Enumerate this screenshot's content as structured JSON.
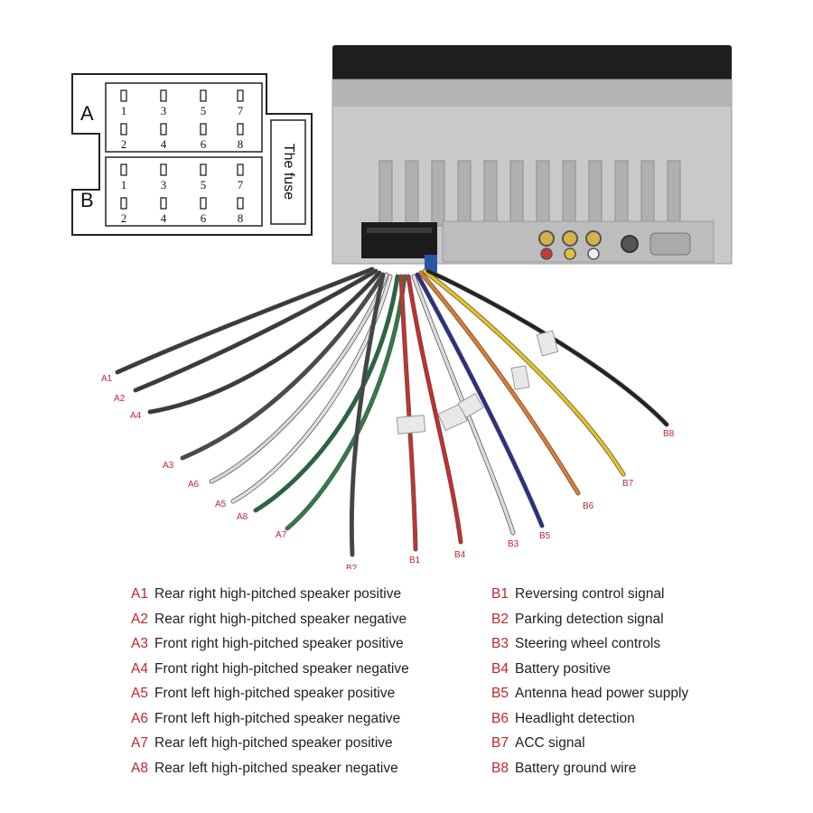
{
  "connector": {
    "group_a": "A",
    "group_b": "B",
    "fuse_label": "The fuse",
    "pins_top": [
      "1",
      "3",
      "5",
      "7"
    ],
    "pins_bottom": [
      "2",
      "4",
      "6",
      "8"
    ]
  },
  "wires": [
    {
      "code": "A1",
      "color": "#3a3a3a"
    },
    {
      "code": "A2",
      "color": "#3a3a3a"
    },
    {
      "code": "A4",
      "color": "#3a3a3a"
    },
    {
      "code": "A3",
      "color": "#4a4a4a"
    },
    {
      "code": "A6",
      "color": "#d8d8d8"
    },
    {
      "code": "A5",
      "color": "#e2e2e2"
    },
    {
      "code": "A8",
      "color": "#1f6b3e"
    },
    {
      "code": "A7",
      "color": "#2f7d47"
    },
    {
      "code": "B2",
      "color": "#444444"
    },
    {
      "code": "B1",
      "color": "#c8322e"
    },
    {
      "code": "B4",
      "color": "#cc2b2b"
    },
    {
      "code": "B3",
      "color": "#dcdcdc"
    },
    {
      "code": "B5",
      "color": "#2a2f86"
    },
    {
      "code": "B6",
      "color": "#e07a2e"
    },
    {
      "code": "B7",
      "color": "#e8c21c"
    },
    {
      "code": "B8",
      "color": "#222222"
    }
  ],
  "legend_a": [
    {
      "code": "A1",
      "text": "Rear right high-pitched speaker positive"
    },
    {
      "code": "A2",
      "text": "Rear right high-pitched speaker negative"
    },
    {
      "code": "A3",
      "text": "Front right high-pitched speaker positive"
    },
    {
      "code": "A4",
      "text": "Front right high-pitched speaker negative"
    },
    {
      "code": "A5",
      "text": "Front left high-pitched speaker positive"
    },
    {
      "code": "A6",
      "text": "Front left high-pitched speaker negative"
    },
    {
      "code": "A7",
      "text": "Rear left high-pitched speaker positive"
    },
    {
      "code": "A8",
      "text": "Rear left high-pitched speaker negative"
    }
  ],
  "legend_b": [
    {
      "code": "B1",
      "text": "Reversing control signal"
    },
    {
      "code": "B2",
      "text": "Parking detection signal"
    },
    {
      "code": "B3",
      "text": "Steering wheel controls"
    },
    {
      "code": "B4",
      "text": "Battery positive"
    },
    {
      "code": "B5",
      "text": "Antenna head power supply"
    },
    {
      "code": "B6",
      "text": "Headlight detection"
    },
    {
      "code": "B7",
      "text": "ACC signal"
    },
    {
      "code": "B8",
      "text": "Battery ground wire"
    }
  ]
}
